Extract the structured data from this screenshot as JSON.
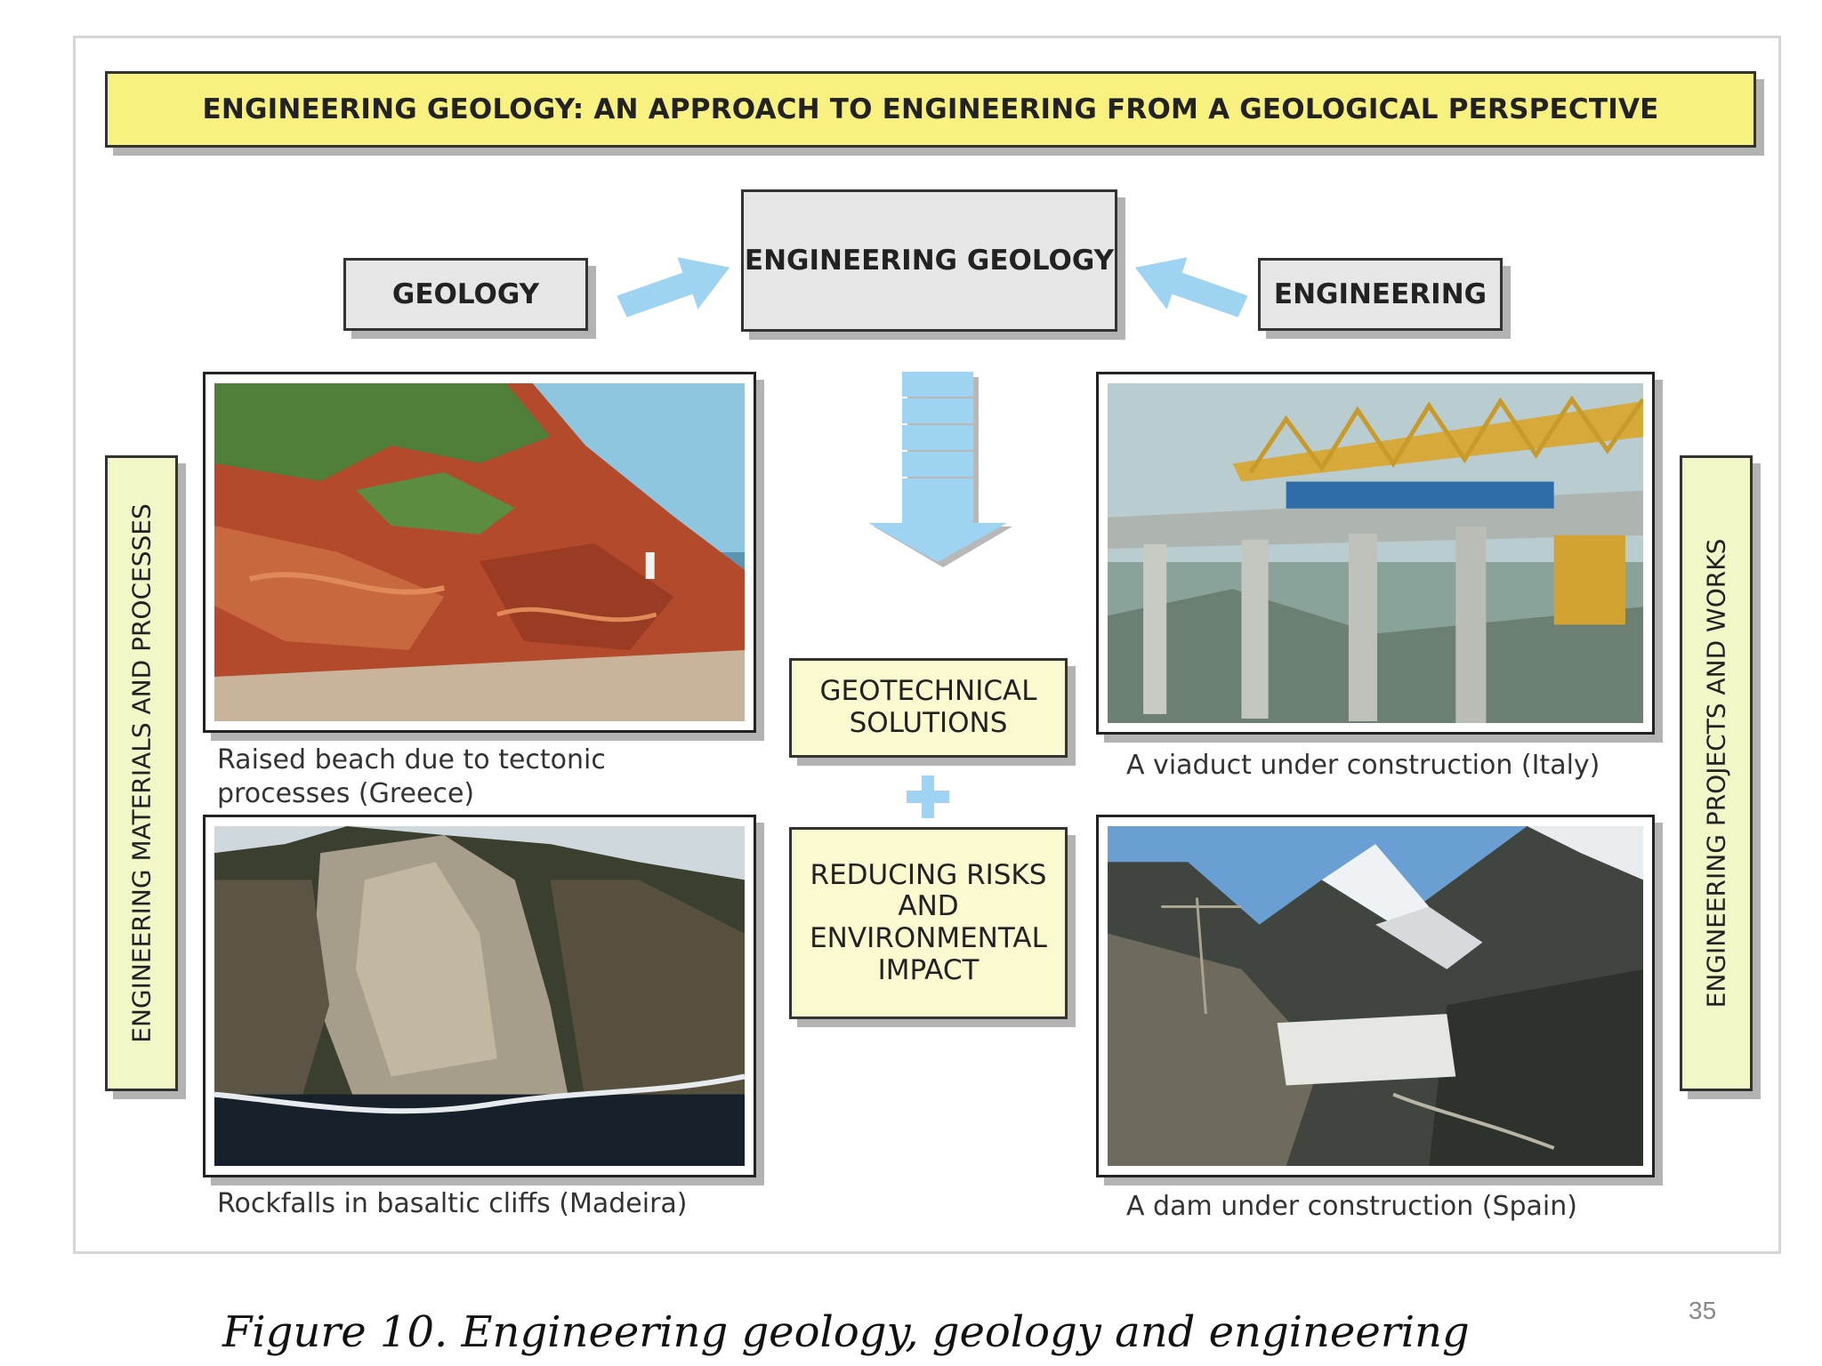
{
  "title": "ENGINEERING GEOLOGY: AN APPROACH TO ENGINEERING FROM A GEOLOGICAL PERSPECTIVE",
  "nodes": {
    "geology": "GEOLOGY",
    "engineering_geology": "ENGINEERING GEOLOGY",
    "engineering": "ENGINEERING",
    "geotechnical_solutions": "GEOTECHNICAL SOLUTIONS",
    "reducing_risks": "REDUCING RISKS AND ENVIRONMENTAL IMPACT"
  },
  "side_labels": {
    "left": "ENGINEERING MATERIALS AND PROCESSES",
    "right": "ENGINEERING PROJECTS AND WORKS"
  },
  "photos": [
    {
      "caption": "Raised beach due to tectonic processes (Greece)"
    },
    {
      "caption": "A viaduct under construction (Italy)"
    },
    {
      "caption": "Rockfalls in basaltic cliffs (Madeira)"
    },
    {
      "caption": "A dam under construction (Spain)"
    }
  ],
  "figure_caption": "Figure 10. Engineering geology, geology and engineering",
  "page_number": "35",
  "colors": {
    "title_fill": "#f8f07f",
    "side_fill": "#f3f6c7",
    "solution_fill": "#fbf9d0",
    "node_fill": "#e6e6e6",
    "arrow": "#9fd3f2"
  }
}
